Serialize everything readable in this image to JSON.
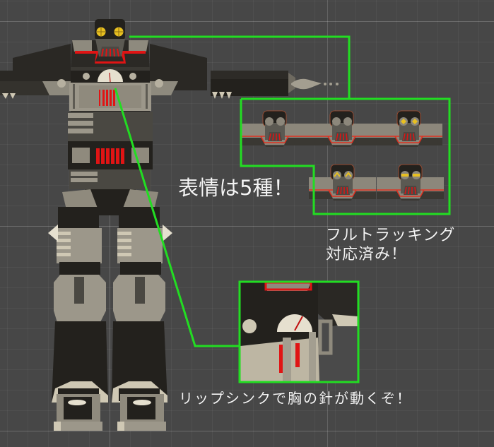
{
  "scene": {
    "background_color": "#474747",
    "grid_line_color": "#5a5a5a",
    "callout_color": "#22dd22"
  },
  "robot": {
    "name": "robot-avatar-t-pose",
    "colors": {
      "dark_body": "#23211d",
      "mid_grey": "#595750",
      "beige": "#9c978a",
      "light_beige": "#cfc8b4",
      "accent_red": "#e01414",
      "eye_yellow": "#e8c020"
    }
  },
  "callouts": {
    "expressions": {
      "text": "表情は5種！",
      "faces": [
        {
          "label": "face-neutral",
          "eye_style": "grey-round"
        },
        {
          "label": "face-closed",
          "eye_style": "grey-round-plain"
        },
        {
          "label": "face-happy",
          "eye_style": "yellow-cross"
        },
        {
          "label": "face-smile",
          "eye_style": "yellow-arc"
        },
        {
          "label": "face-grid",
          "eye_style": "yellow-grid"
        }
      ]
    },
    "full_tracking": {
      "line1": "フルトラッキング",
      "line2": "対応済み！"
    },
    "lip_sync": {
      "text": "リップシンクで胸の針が動くぞ！"
    }
  }
}
